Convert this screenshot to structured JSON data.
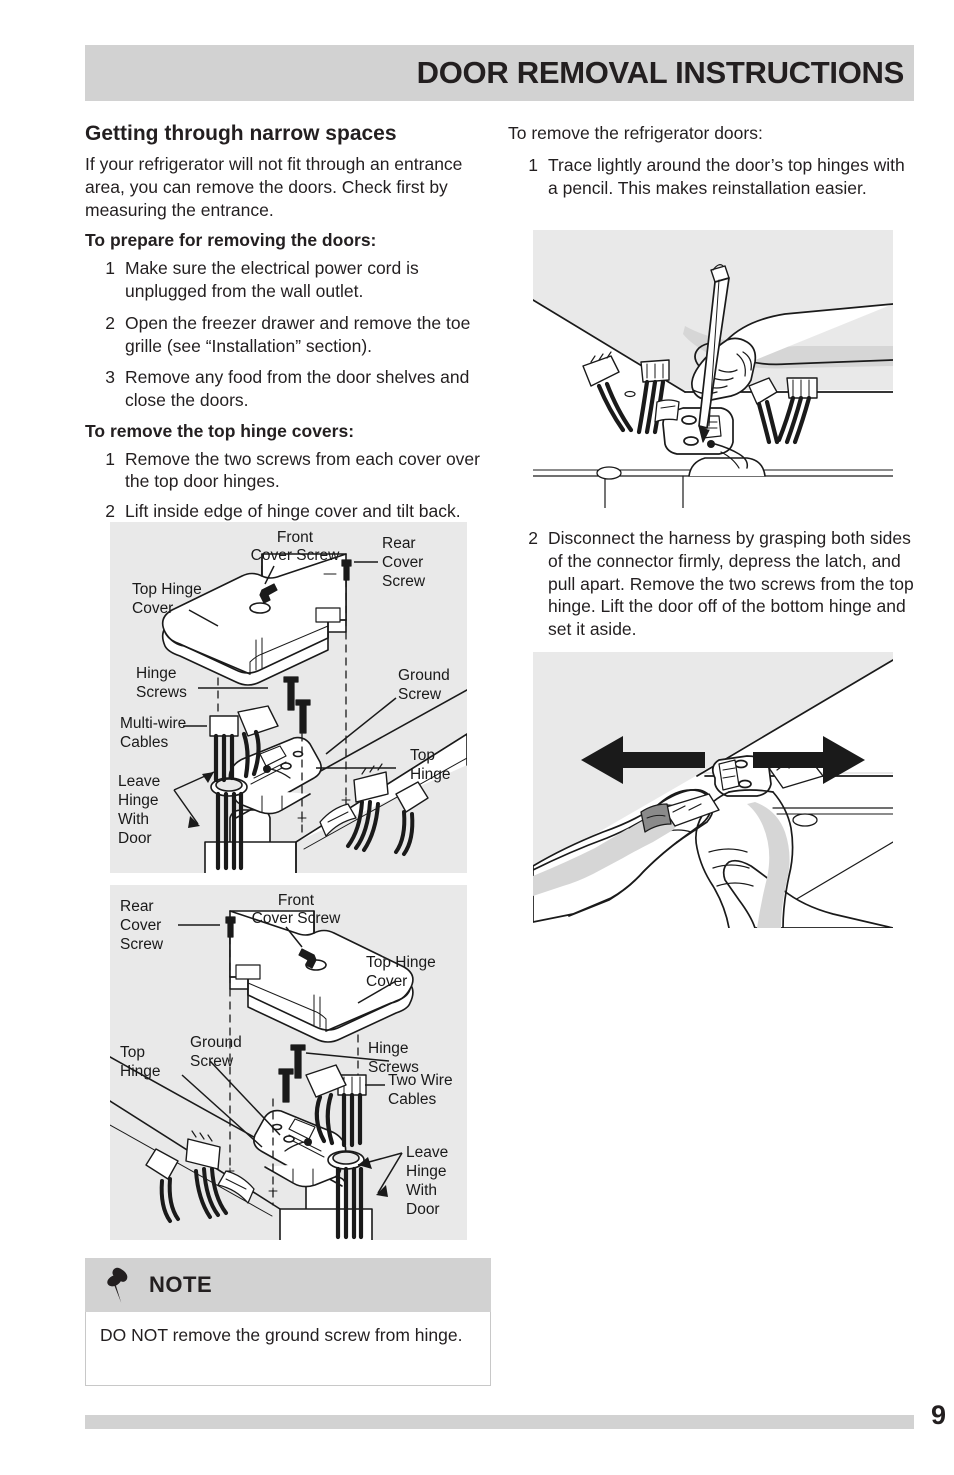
{
  "header": {
    "title": "DOOR REMOVAL INSTRUCTIONS"
  },
  "left_column": {
    "section_heading": "Getting through narrow spaces",
    "intro_paragraph": "If your refrigerator will not fit through an entrance area, you can remove the doors. Check first by measuring the entrance.",
    "prepare_heading": "To prepare for removing the doors:",
    "prepare_steps": [
      {
        "num": "1",
        "text": "Make sure the electrical power cord is unplugged from the wall outlet."
      },
      {
        "num": "2",
        "text": "Open the freezer drawer and remove the toe grille (see “Installation” section)."
      },
      {
        "num": "3",
        "text": "Remove any food from the door shelves and close the doors."
      }
    ],
    "covers_heading": "To remove the top hinge covers:",
    "covers_steps": [
      {
        "num": "1",
        "text": "Remove the two screws from each cover over the top door hinges."
      },
      {
        "num": "2",
        "text": "Lift inside edge of hinge cover and tilt back."
      }
    ]
  },
  "figure_left_top": {
    "name": "left-hand-top-hinge-exploded-diagram",
    "labels": {
      "front_cover_screw_l1": "Front",
      "front_cover_screw_l2": "Cover Screw",
      "rear_cover_screw_l1": "Rear",
      "rear_cover_screw_l2": "Cover",
      "rear_cover_screw_l3": "Screw",
      "top_hinge_cover_l1": "Top Hinge",
      "top_hinge_cover_l2": "Cover",
      "hinge_screws_l1": "Hinge",
      "hinge_screws_l2": "Screws",
      "ground_screw_l1": "Ground",
      "ground_screw_l2": "Screw",
      "multi_wire_cables_l1": "Multi-wire",
      "multi_wire_cables_l2": "Cables",
      "top_hinge_l1": "Top",
      "top_hinge_l2": "Hinge",
      "leave_hinge_l1": "Leave",
      "leave_hinge_l2": "Hinge",
      "leave_hinge_l3": "With",
      "leave_hinge_l4": "Door"
    }
  },
  "figure_left_bottom": {
    "name": "right-hand-top-hinge-exploded-diagram",
    "labels": {
      "rear_cover_screw_l1": "Rear",
      "rear_cover_screw_l2": "Cover",
      "rear_cover_screw_l3": "Screw",
      "front_cover_screw_l1": "Front",
      "front_cover_screw_l2": "Cover Screw",
      "top_hinge_cover_l1": "Top Hinge",
      "top_hinge_cover_l2": "Cover",
      "hinge_screws_l1": "Hinge",
      "hinge_screws_l2": "Screws",
      "ground_screw_l1": "Ground",
      "ground_screw_l2": "Screw",
      "top_hinge_l1": "Top",
      "top_hinge_l2": "Hinge",
      "two_wire_cables_l1": "Two Wire",
      "two_wire_cables_l2": "Cables",
      "leave_hinge_l1": "Leave",
      "leave_hinge_l2": "Hinge",
      "leave_hinge_l3": "With",
      "leave_hinge_l4": "Door"
    }
  },
  "note": {
    "icon": "pushpin-icon",
    "title": "NOTE",
    "body": "DO NOT remove the ground screw from hinge."
  },
  "right_column": {
    "intro": "To remove the refrigerator doors:",
    "steps": [
      {
        "num": "1",
        "text": "Trace lightly around the door’s top hinges with a pencil. This makes reinstallation easier."
      },
      {
        "num": "2",
        "text": "Disconnect the harness by grasping both sides of the connector firmly, depress the latch, and pull apart. Remove the two screws from the top hinge. Lift the door off of the bottom hinge and set it aside."
      }
    ]
  },
  "figure_right_top": {
    "name": "hand-tracing-hinge-with-pencil-illustration"
  },
  "figure_right_bottom": {
    "name": "hands-pulling-connector-apart-illustration"
  },
  "footer": {
    "page_number": "9"
  },
  "colors": {
    "header_gray": "#d2d2d2",
    "figure_gray": "#e9e9e9",
    "text": "#231f20"
  }
}
